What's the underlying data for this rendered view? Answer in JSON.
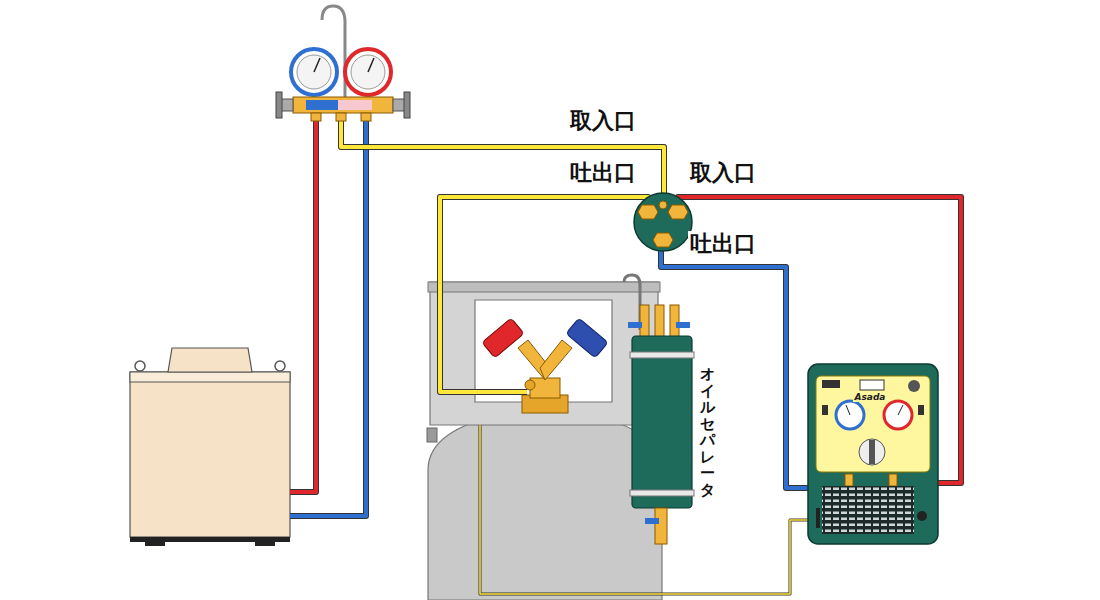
{
  "diagram": {
    "nodes": [
      {
        "text": [
          "オイルセパレータ"
        ]
      },
      {
        "text": [
          "Asada"
        ]
      }
    ],
    "labels": [
      "取入口",
      "吐出口",
      "取入口",
      "吐出口"
    ]
  }
}
